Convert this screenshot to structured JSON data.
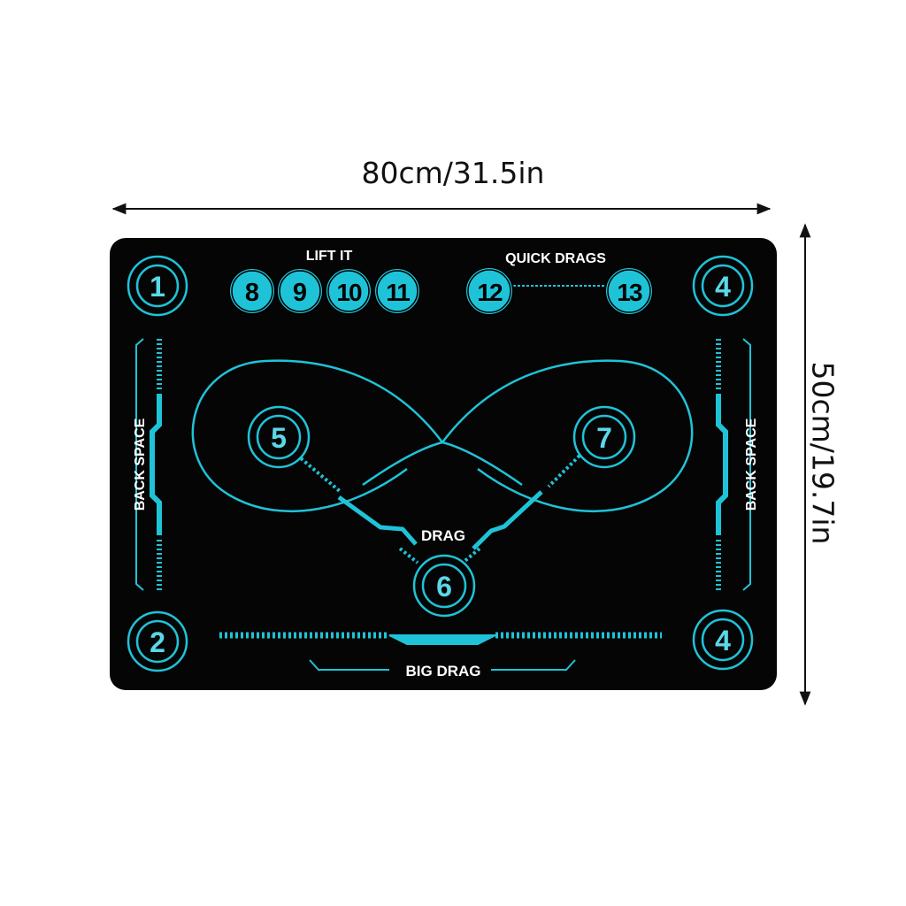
{
  "dimensions": {
    "width": "80cm/31.5in",
    "height": "50cm/19.7in"
  },
  "labels": {
    "lift_it": "LIFT IT",
    "quick_drags": "QUICK DRAGS",
    "drag": "DRAG",
    "big_drag": "BIG DRAG",
    "back_space_left": "BACK SPACE",
    "back_space_right": "BACK SPACE"
  },
  "buttons": {
    "b1": "1",
    "b2": "2",
    "b4_top": "4",
    "b4_bottom": "4",
    "b5": "5",
    "b6": "6",
    "b7": "7",
    "b8": "8",
    "b9": "9",
    "b10": "10",
    "b11": "11",
    "b12": "12",
    "b13": "13"
  },
  "colors": {
    "mat": "#050505",
    "accent": "#1fc3d8",
    "background": "#ffffff"
  }
}
